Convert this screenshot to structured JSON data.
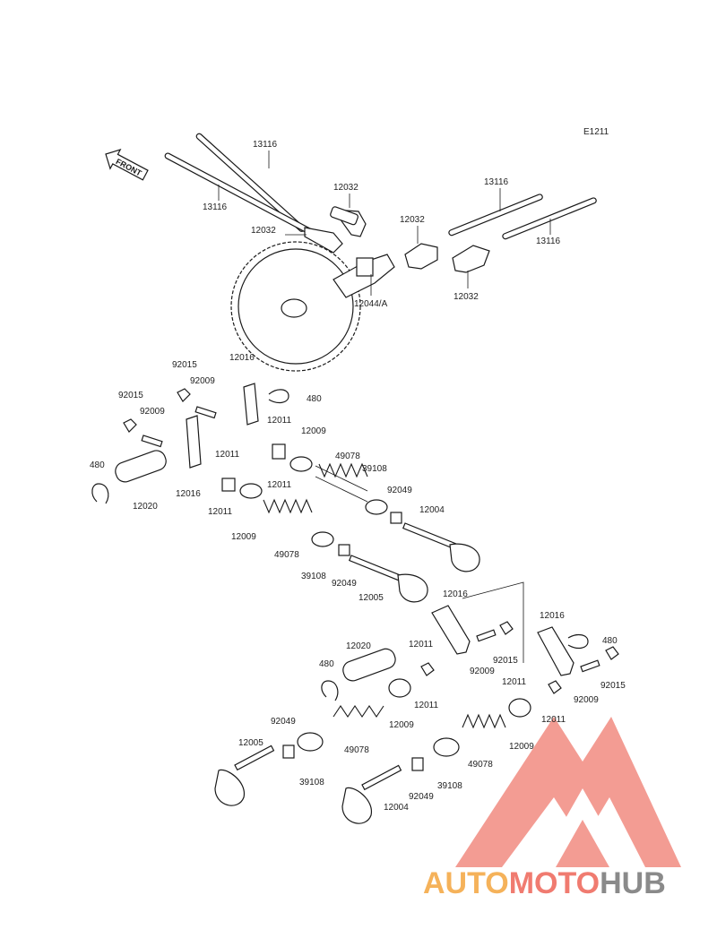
{
  "diagram": {
    "code": "E1211",
    "front_label": "FRONT",
    "labels": [
      "13116",
      "13116",
      "12032",
      "12032",
      "12032",
      "12032",
      "13116",
      "13116",
      "12044/A",
      "92015",
      "12016",
      "92009",
      "480",
      "92015",
      "92009",
      "12011",
      "12009",
      "49078",
      "39108",
      "480",
      "12016",
      "12011",
      "12011",
      "12020",
      "92049",
      "12004",
      "12009",
      "49078",
      "39108",
      "92049",
      "12005",
      "12016",
      "92009",
      "92015",
      "12016",
      "480",
      "12020",
      "12011",
      "480",
      "12011",
      "12009",
      "12011",
      "92009",
      "92015",
      "12011",
      "49078",
      "12009",
      "92049",
      "12005",
      "39108",
      "49078",
      "39108",
      "92049",
      "12004"
    ]
  },
  "watermark": {
    "brand_part1": "AUTO",
    "brand_part2": "MOTO",
    "brand_part3": "HUB",
    "colors": {
      "red": "#f07b70",
      "orange": "#f5b25a",
      "gray": "#8a8a8a"
    }
  }
}
